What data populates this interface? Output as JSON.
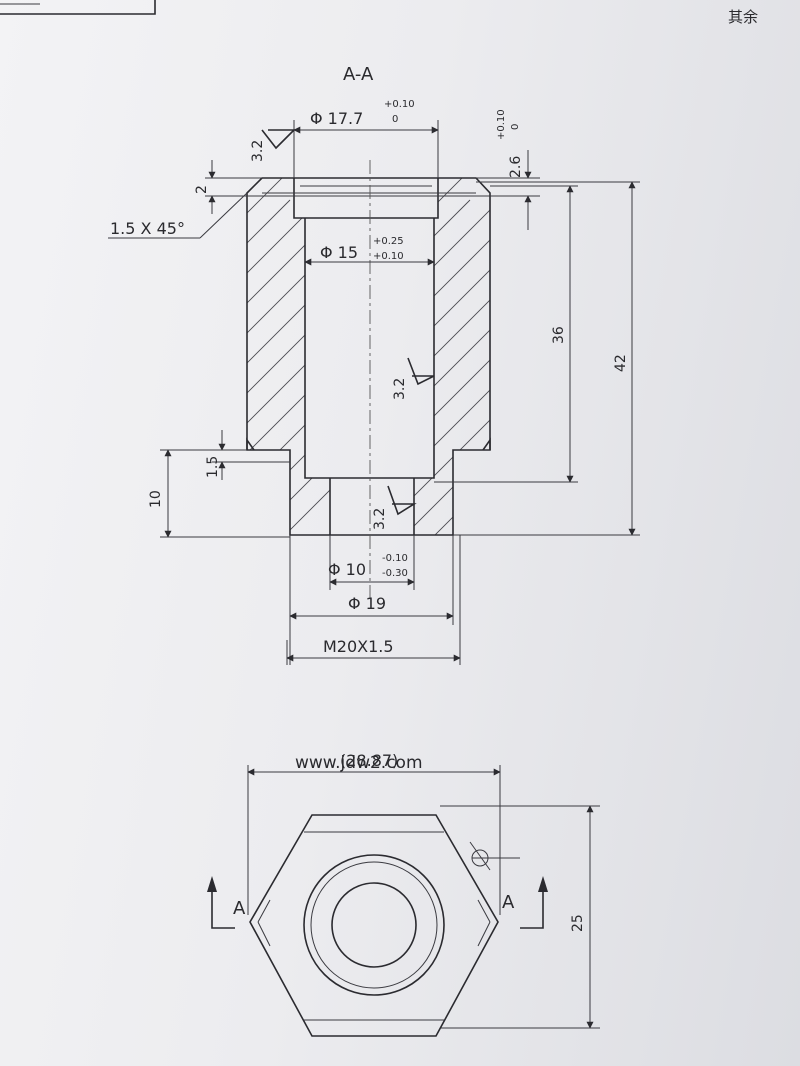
{
  "corner_note": "其余",
  "section_label": "A-A",
  "dims": {
    "d177": "Φ 17.7",
    "d177_up": "+0.10",
    "d177_lo": "0",
    "d15": "Φ 15",
    "d15_up": "+0.25",
    "d15_lo": "+0.10",
    "d10": "Φ 10",
    "d10_up": "-0.10",
    "d10_lo": "-0.30",
    "d19": "Φ 19",
    "thread": "M20X1.5",
    "chamfer": "1.5 X 45°",
    "h2": "2",
    "h26": "2.6",
    "h26_up": "+0.10",
    "h26_lo": "0",
    "h36": "36",
    "h42": "42",
    "h15": "1.5",
    "h10": "10",
    "across_corners": "(28.87)",
    "across_flats": "25"
  },
  "roughness": {
    "top": "3.2",
    "bore": "3.2",
    "small_bore": "3.2"
  },
  "view_label": "A",
  "watermark": "www.jdw2.com"
}
